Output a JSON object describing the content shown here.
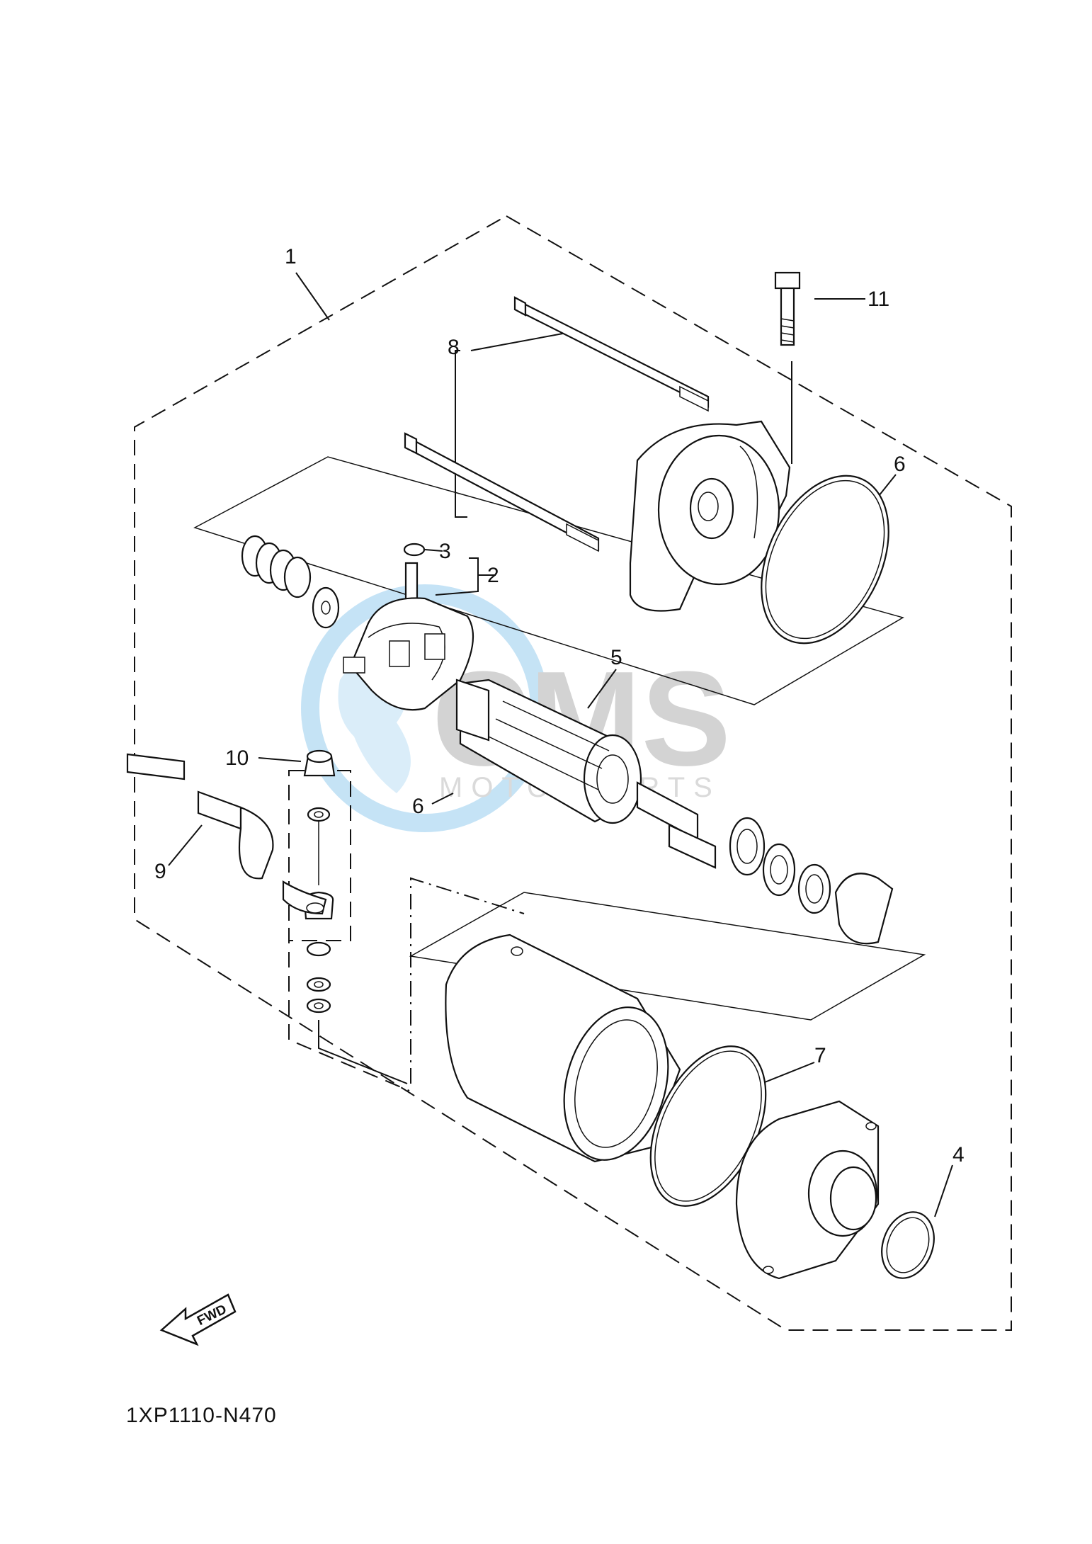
{
  "diagram": {
    "callouts": [
      {
        "id": "1",
        "text": "1"
      },
      {
        "id": "2",
        "text": "2"
      },
      {
        "id": "3",
        "text": "3"
      },
      {
        "id": "4",
        "text": "4"
      },
      {
        "id": "5",
        "text": "5"
      },
      {
        "id": "6a",
        "text": "6"
      },
      {
        "id": "6b",
        "text": "6"
      },
      {
        "id": "7",
        "text": "7"
      },
      {
        "id": "8",
        "text": "8"
      },
      {
        "id": "9",
        "text": "9"
      },
      {
        "id": "10",
        "text": "10"
      },
      {
        "id": "11",
        "text": "11"
      }
    ],
    "fwd_label": "FWD",
    "drawing_code": "1XP1110-N470"
  },
  "watermark": {
    "brand": "CMS",
    "subtitle": "MOTORPARTS",
    "globe_color": "#bfe0f5",
    "text_color": "#cfcfcf"
  }
}
